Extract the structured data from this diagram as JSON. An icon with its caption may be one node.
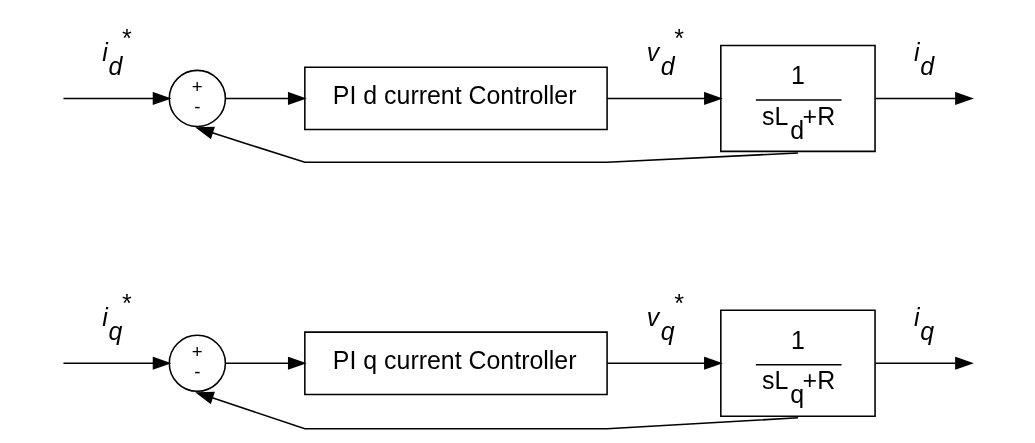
{
  "diagram": {
    "nodes": [
      {
        "text": [
          "+",
          "-"
        ]
      },
      {
        "text": [
          "PI d current Controller"
        ]
      },
      {
        "text": [
          "1",
          "sL$_{d}$+R"
        ]
      },
      {
        "text": [
          "+",
          "-"
        ]
      },
      {
        "text": [
          "PI q current Controller"
        ]
      },
      {
        "text": [
          "1",
          "sL$_{q}$+R"
        ]
      }
    ],
    "edges": [
      {
        "from": null,
        "to": 0,
        "arrow": "to",
        "label": "i$_{d}$$^{*}$"
      },
      {
        "from": 0,
        "to": 1,
        "arrow": "to"
      },
      {
        "from": 1,
        "to": 2,
        "arrow": "to",
        "label": "v$_{d}$$^{*}$"
      },
      {
        "from": 2,
        "to": null,
        "arrow": "to",
        "label": "i$_{d}$"
      },
      {
        "from": 2,
        "to": 0,
        "arrow": "to"
      },
      {
        "from": null,
        "to": 3,
        "arrow": "to",
        "label": "i$_{q}$$^{*}$"
      },
      {
        "from": 3,
        "to": 4,
        "arrow": "to"
      },
      {
        "from": 4,
        "to": 5,
        "arrow": "to",
        "label": "v$_{q}$$^{*}$"
      },
      {
        "from": 5,
        "to": null,
        "arrow": "to",
        "label": "i$_{q}$"
      },
      {
        "from": 5,
        "to": 3,
        "arrow": "to"
      }
    ]
  }
}
